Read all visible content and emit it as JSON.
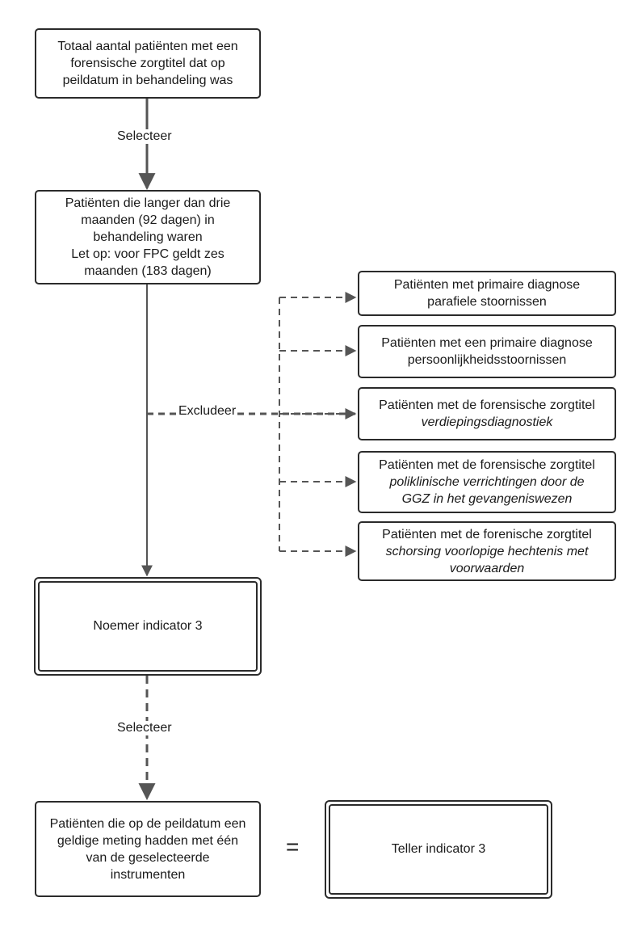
{
  "nodes": {
    "total": [
      "Totaal aantal patiënten met een",
      "forensische zorgtitel dat op",
      "peildatum in behandeling was"
    ],
    "longer": [
      "Patiënten die langer dan drie",
      "maanden (92 dagen) in",
      "behandeling waren",
      "Let op: voor FPC geldt zes",
      "maanden (183 dagen)"
    ],
    "denominator": "Noemer indicator 3",
    "valid": [
      "Patiënten die op de peildatum een",
      "geldige meting hadden met één",
      "van de geselecteerde",
      "instrumenten"
    ],
    "numerator": "Teller indicator 3"
  },
  "exclusions": [
    {
      "line1": "Patiënten met primaire diagnose",
      "line2": "parafiele stoornissen",
      "line3": ""
    },
    {
      "line1": "Patiënten met een primaire diagnose",
      "line2": "persoonlijkheidsstoornissen",
      "line3": ""
    },
    {
      "line1": "Patiënten met de forensische zorgtitel",
      "line2": "verdiepingsdiagnostiek",
      "line3": ""
    },
    {
      "line1": "Patiënten met de forensische zorgtitel",
      "line2": "poliklinische verrichtingen door de",
      "line3": "GGZ in het gevangeniswezen"
    },
    {
      "line1": "Patiënten met de forenische zorgtitel",
      "line2": "schorsing voorlopige hechtenis met",
      "line3": "voorwaarden"
    }
  ],
  "edge_labels": {
    "select1": "Selecteer",
    "exclude": "Excludeer",
    "select2": "Selecteer"
  },
  "equals": "="
}
